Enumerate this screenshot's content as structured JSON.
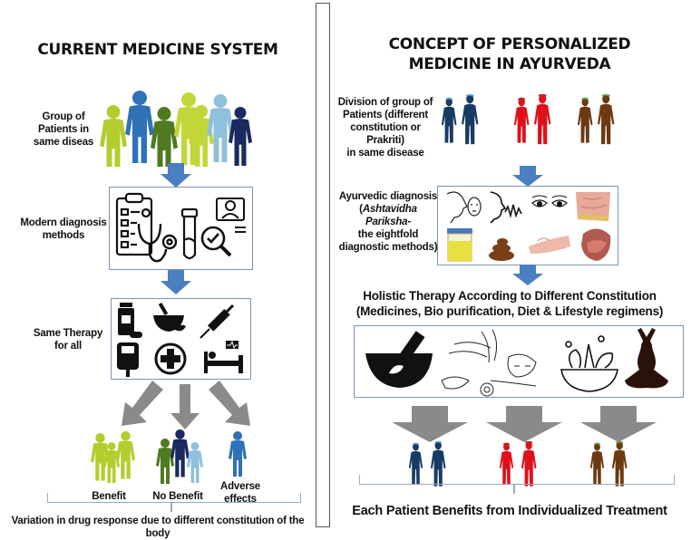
{
  "left_panel": {
    "title": "CURRENT MEDICINE SYSTEM",
    "steps": [
      {
        "label": "Group of Patients in same diseas",
        "lines": [
          "Group of",
          "Patients in",
          "same diseas"
        ]
      },
      {
        "label": "Modern diagnosis methods",
        "lines": [
          "Modern diagnosis",
          "methods"
        ],
        "icons": [
          "clipboard-icon",
          "stethoscope-icon",
          "test-tube-icon",
          "magnifier-check-icon",
          "doctor-icon"
        ]
      },
      {
        "label": "Same Therapy for all",
        "lines": [
          "Same Therapy",
          "for all"
        ],
        "icons": [
          "pill-bottle-icon",
          "mortar-herb-icon",
          "syringe-icon",
          "iv-bag-icon",
          "medical-cross-icon",
          "hospital-bed-icon"
        ]
      }
    ],
    "outcomes": [
      {
        "label": "Benefit",
        "color": "#b5cc2e"
      },
      {
        "label": "No Benefit",
        "color": "#1a2a5e"
      },
      {
        "label": "Adverse effects",
        "lines": [
          "Adverse",
          "effects"
        ],
        "color": "#2f72b8"
      }
    ],
    "footer": "Variation in drug response due to different constitution of the body",
    "people_colors": [
      "#b5cc2e",
      "#2f72b8",
      "#4f7a22",
      "#c2d63a",
      "#8fc0dc",
      "#1a2a5e"
    ]
  },
  "right_panel": {
    "title_line1": "CONCEPT OF PERSONALIZED",
    "title_line2": "MEDICINE IN AYURVEDA",
    "division_label": [
      "Division of group of",
      "Patients (different",
      "constitution or Prakriti)",
      "in same disease"
    ],
    "diagnosis_label": {
      "line1": "Ayurvedic diagnosis",
      "line2_open": "(",
      "line2_italic": "Ashtavidha Pariksha",
      "line2_close": "-",
      "line3": "the eightfold",
      "line4": "diagnostic methods)"
    },
    "diagnosis_icons": [
      "pulse-face-icon",
      "speech-icon",
      "eyes-icon",
      "skin-icon",
      "urine-cup-icon",
      "stool-icon",
      "touch-hand-icon",
      "tongue-icon"
    ],
    "therapy_heading_line1": "Holistic Therapy According to Different Constitution",
    "therapy_heading_line2": "(Medicines, Bio purification, Diet & Lifestyle regimens)",
    "therapy_icons": [
      "mortar-icon",
      "massage-icon",
      "diet-bowl-icon",
      "yoga-icon"
    ],
    "constitution_colors": [
      "#173b63",
      "#e0101a",
      "#6b3a12"
    ],
    "footer": "Each Patient Benefits from Individualized Treatment"
  },
  "colors": {
    "arrow_blue": "#4a7fc1",
    "arrow_gray": "#8a8a8a",
    "box_border": "#7c95b0"
  }
}
